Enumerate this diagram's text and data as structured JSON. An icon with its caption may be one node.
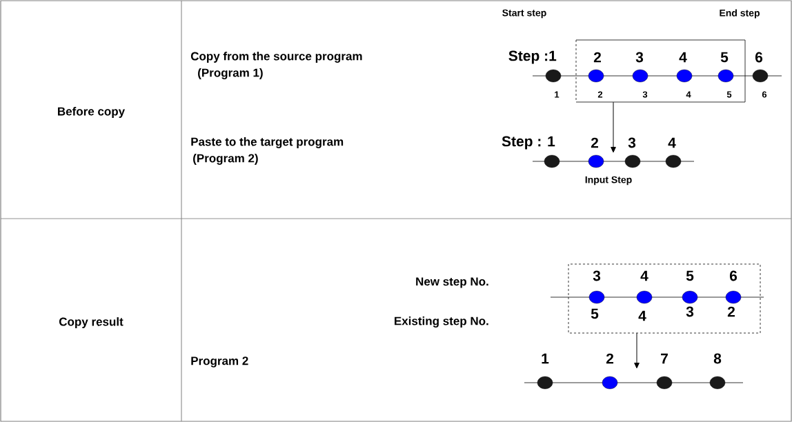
{
  "diagram": {
    "nodes": [
      {
        "text": [],
        "shape": "box"
      },
      {
        "text": [],
        "shape": "box"
      }
    ],
    "edges": [
      {
        "from": 0,
        "to": null,
        "arrow": "to"
      },
      {
        "from": 1,
        "to": null,
        "arrow": "to"
      }
    ],
    "labels": [
      "Before copy",
      "Start step",
      "End step",
      "Copy from the source program",
      "Step :1",
      "2",
      "3",
      "4",
      "5",
      "6",
      "(Program 1)",
      "1",
      "2",
      "3",
      "4",
      "5",
      "6",
      "Paste to the target program",
      "Step : 1",
      "2",
      "3",
      "4",
      "(Program 2)",
      "Input Step",
      "Copy result",
      "New step No.",
      "3",
      "4",
      "5",
      "6",
      "Existing step No.",
      "5",
      "4",
      "3",
      "2",
      "Program 2",
      "1",
      "2",
      "7",
      "8"
    ]
  }
}
